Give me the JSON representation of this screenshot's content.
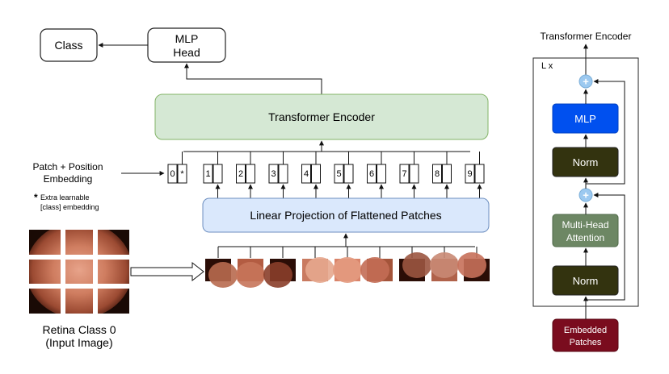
{
  "boxes": {
    "class": "Class",
    "mlp_head_line1": "MLP",
    "mlp_head_line2": "Head",
    "transformer_encoder": "Transformer Encoder",
    "linear_projection": "Linear Projection of Flattened Patches"
  },
  "patch_embedding": {
    "label_line1": "Patch + Position",
    "label_line2": "Embedding",
    "note_star": "*",
    "note_line1": "Extra learnable",
    "note_line2": "[class] embedding",
    "tokens": [
      {
        "position": "0",
        "marker": "*"
      },
      {
        "position": "1",
        "marker": ""
      },
      {
        "position": "2",
        "marker": ""
      },
      {
        "position": "3",
        "marker": ""
      },
      {
        "position": "4",
        "marker": ""
      },
      {
        "position": "5",
        "marker": ""
      },
      {
        "position": "6",
        "marker": ""
      },
      {
        "position": "7",
        "marker": ""
      },
      {
        "position": "8",
        "marker": ""
      },
      {
        "position": "9",
        "marker": ""
      }
    ]
  },
  "input_image": {
    "caption_line1": "Retina Class 0",
    "caption_line2": "(Input Image)"
  },
  "encoder_detail": {
    "title": "Transformer Encoder",
    "repeat_label": "L x",
    "mlp": "MLP",
    "norm_top": "Norm",
    "attention_line1": "Multi-Head",
    "attention_line2": "Attention",
    "norm_bottom": "Norm",
    "embedded_line1": "Embedded",
    "embedded_line2": "Patches",
    "add_symbol": "+"
  },
  "colors": {
    "encoder_fill": "#d5e8d4",
    "encoder_stroke": "#82b366",
    "projection_fill": "#dae8fc",
    "projection_stroke": "#6c8ebf",
    "mlp_blue": "#0050ef",
    "norm_dark": "#33330f",
    "attention_green": "#6d8764",
    "embedded_red": "#7a0c1e",
    "add_circle": "#9cc9f0"
  }
}
